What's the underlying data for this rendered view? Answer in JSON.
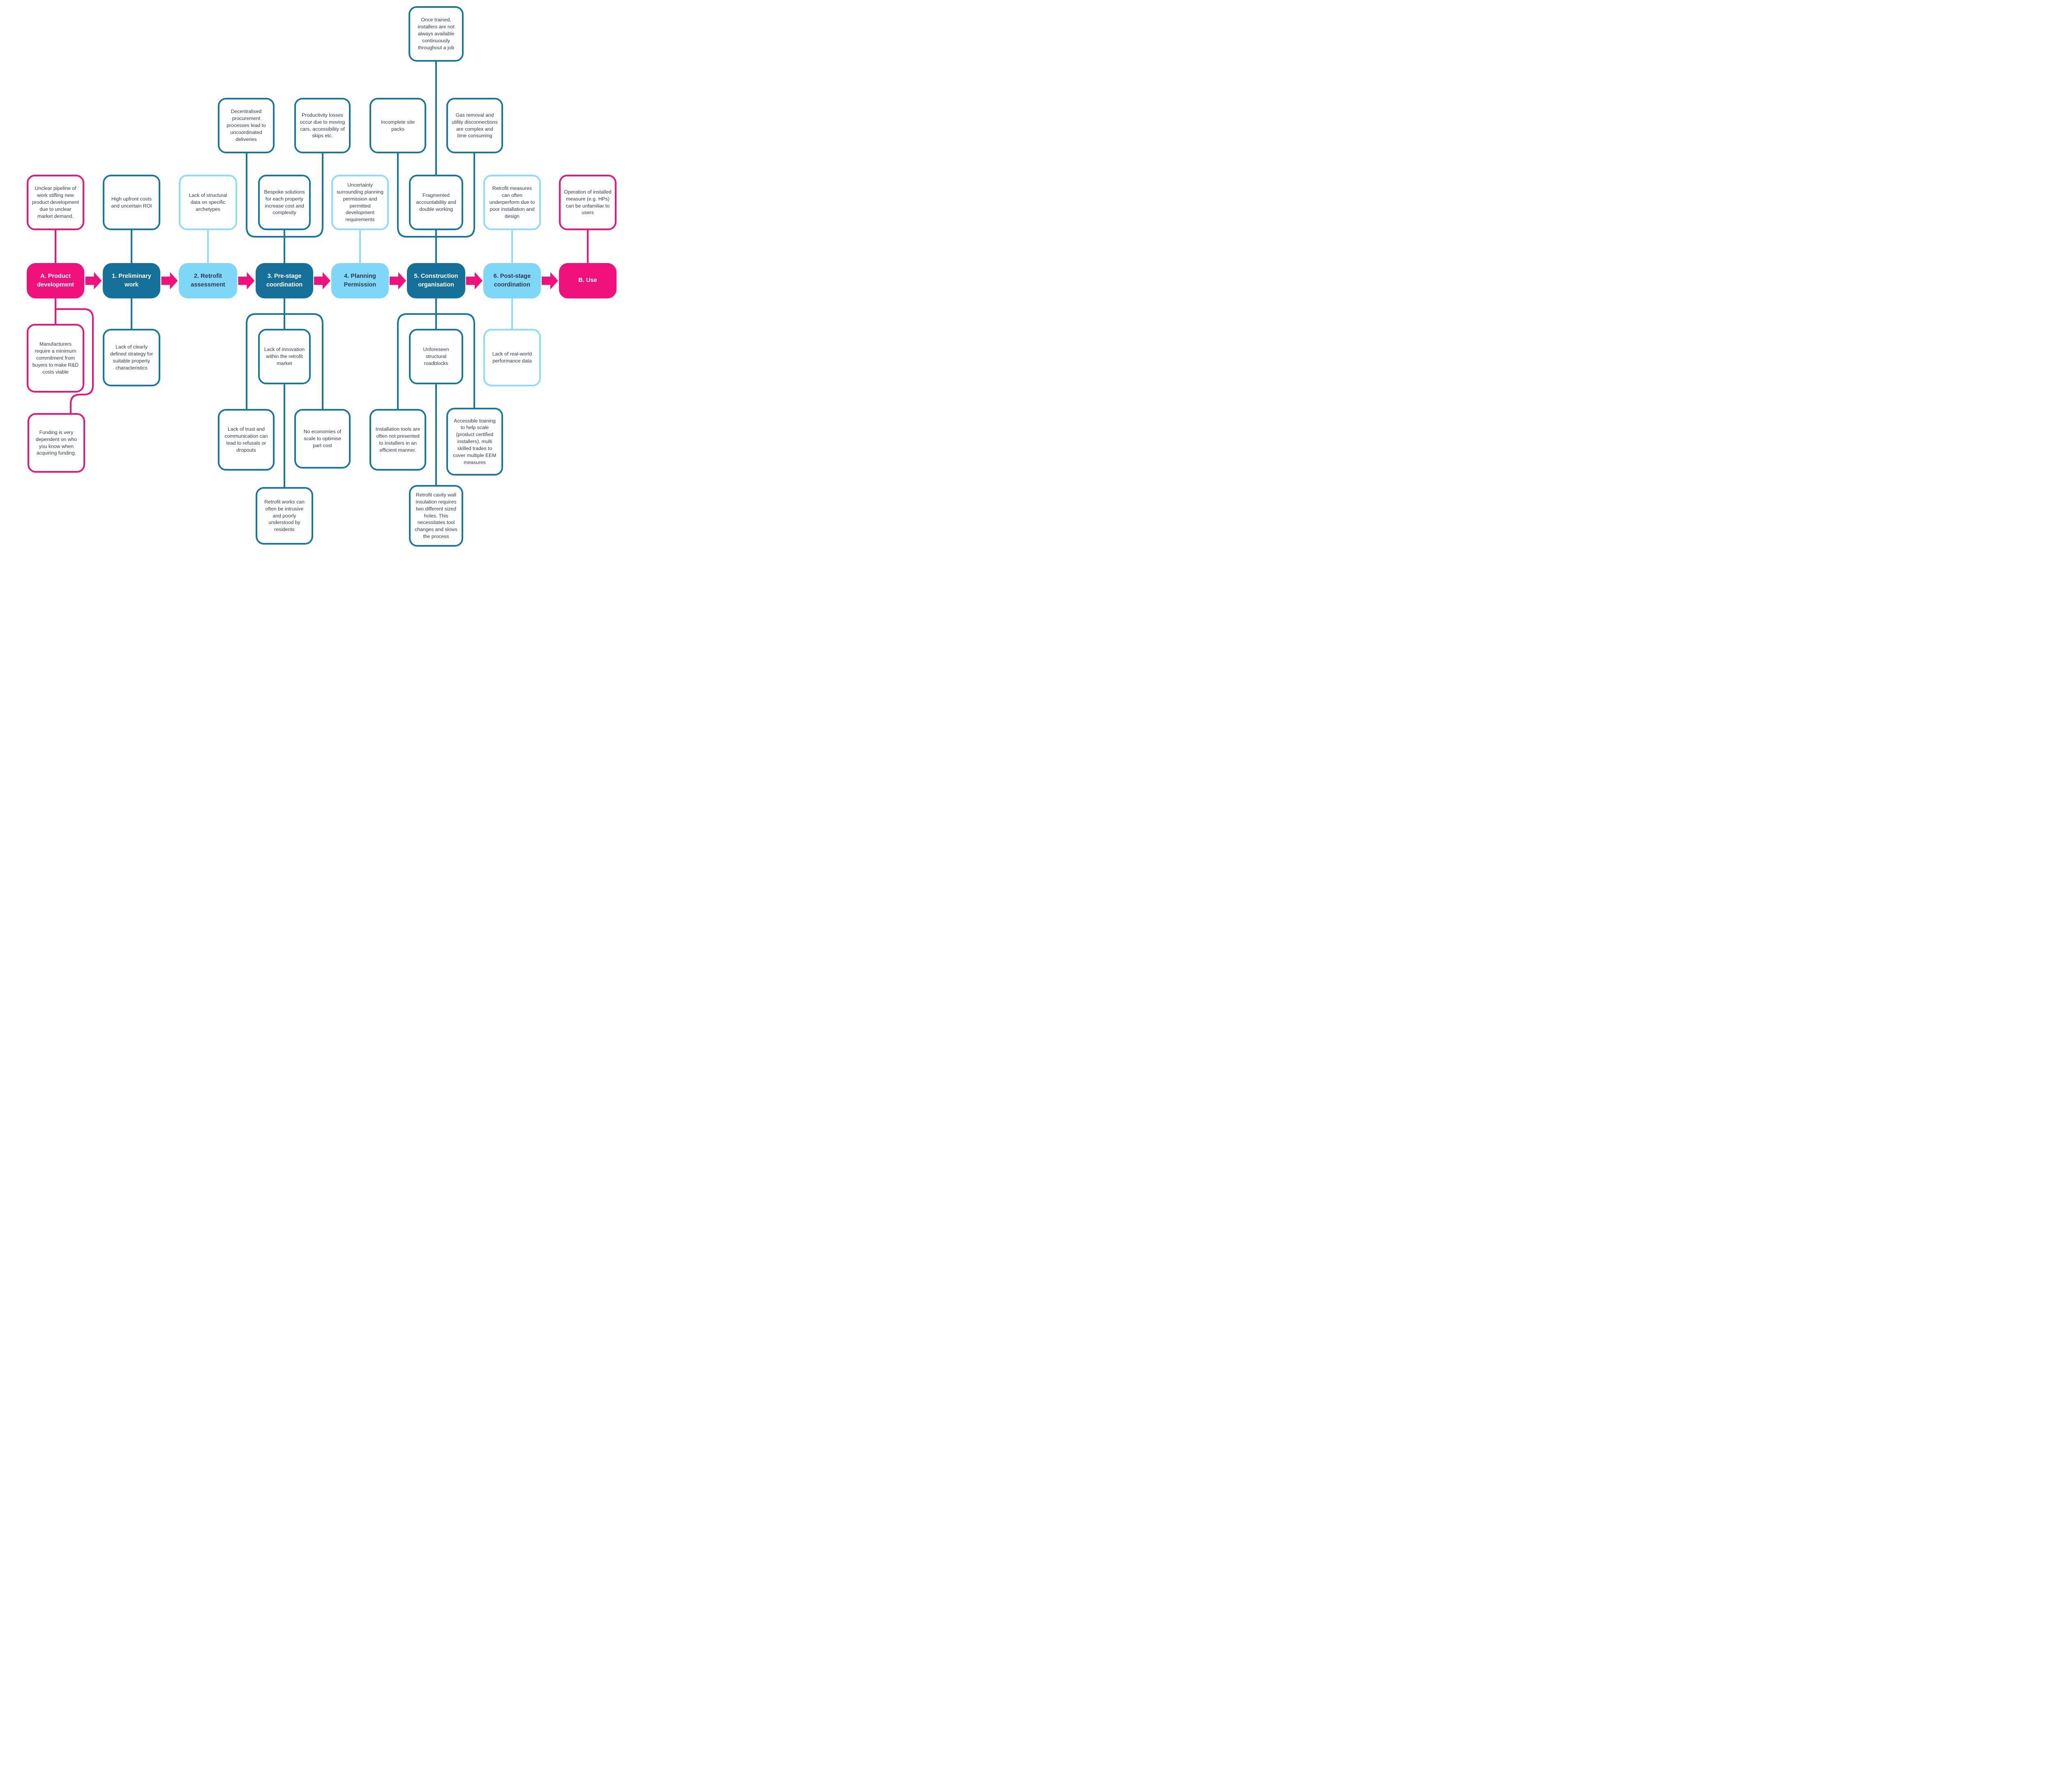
{
  "colors": {
    "pink": "#F0117D",
    "teal_line": "#1379A4",
    "teal_fill": "#16719A",
    "light_blue_line": "#8CDDF8",
    "light_blue_fill": "#7FD7F7",
    "text_dark": "#2E3A4E",
    "box_background": "#ffffff"
  },
  "stages": [
    {
      "id": "A",
      "label": "A. Product development",
      "style": "pink"
    },
    {
      "id": "1",
      "label": "1. Preliminary work",
      "style": "teal"
    },
    {
      "id": "2",
      "label": "2. Retrofit assessment",
      "style": "light"
    },
    {
      "id": "3",
      "label": "3. Pre-stage coordination",
      "style": "teal"
    },
    {
      "id": "4",
      "label": "4. Planning Permission",
      "style": "light"
    },
    {
      "id": "5",
      "label": "5. Construction organisation",
      "style": "teal"
    },
    {
      "id": "6",
      "label": "6. Post-stage coordination",
      "style": "light"
    },
    {
      "id": "B",
      "label": "B. Use",
      "style": "pink"
    }
  ],
  "issues": {
    "once_trained": "Once trained, installers are not always available continuously throughout a job",
    "decentralised": "Decentralised procurement processes lead to uncoordinated deliveries",
    "productivity": "Productivity losses occur due to moving cars, accessibility of skips etc.",
    "incomplete": "Incomplete site packs",
    "gas_removal": "Gas removal and utility disconnections are complex and time consuming",
    "unclear_pipeline": "Unclear pipeline of work stifling new product development due to unclear market demand.",
    "high_upfront": "High upfront costs and uncertain ROI",
    "structural_data": "Lack of structural data on specific archetypes",
    "bespoke": "Bespoke solutions for each property increase cost and complexity",
    "uncertainty": "Uncertainty surrounding planning permission and permitted development requirements",
    "fragmented": "Fragmented accountability and double working",
    "retrofit_measures": "Retrofit measures can often underperform due to poor installation and design",
    "operation": "Operation of installed measure (e.g. HPs) can be unfamiliar to users",
    "manufacturers": "Manufacturers require a minimum commitment from buyers to make R&D costs viable",
    "clearly_defined": "Lack of clearly defined strategy for suitable property characteristics",
    "innovation": "Lack of innovation within the retrofit market",
    "roadblocks": "Unforeseen structural roadblocks",
    "real_world": "Lack of real-world performance data",
    "funding": "Funding is very dependent on who you know when acquiring funding.",
    "trust": "Lack of trust and communication can lead to refusals or dropouts",
    "economies": "No economies of scale to optimise part cost",
    "installation_tools": "Installation tools are often not presented to installers in an efficient manner.",
    "training": "Accessible training to help scale (product certified installers), multi skilled trades to cover multiple EEM measures",
    "retrofit_works": "Retrofit works can often be intrusive and poorly understood by residents",
    "cavity_wall": "Retrofit cavity wall insulation requires two different sized holes. This necessitates tool changes and slows the process"
  }
}
